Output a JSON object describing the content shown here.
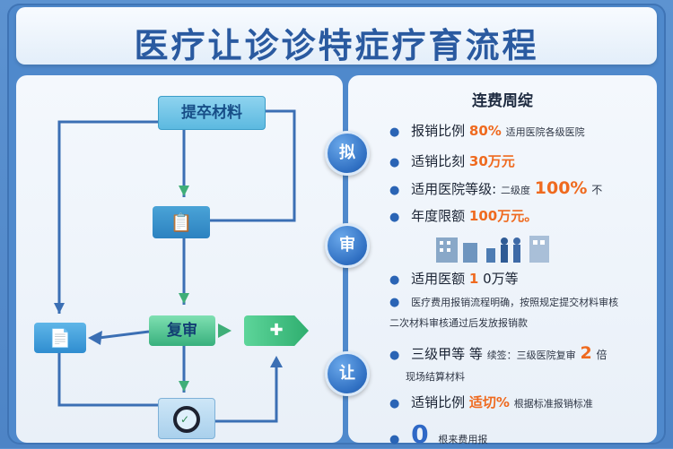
{
  "title": "医疗让诊诊特症疗育流程",
  "flow": {
    "submit_label": "提卒材料",
    "clip_icon": "clipboard-icon",
    "review_label": "复审",
    "doc_icon": "document-icon",
    "approve_icon": "approval-icon",
    "search_icon": "magnifier-icon"
  },
  "steps": {
    "step1": "拟",
    "step2": "审",
    "step3": "让"
  },
  "right": {
    "heading": "连费周绽",
    "items": [
      {
        "main": "报销比例",
        "accent": "80%",
        "note": "适用医院各级医院"
      },
      {
        "main": "适销比刻",
        "accent": "30万元"
      },
      {
        "main": "适用医院等级:",
        "accent": "100%",
        "note": "二级度",
        "tail": "不"
      },
      {
        "main": "年度限额",
        "accent": "100万元。"
      },
      {
        "main": "适用医额",
        "accent": "1",
        "tail": "0万等"
      },
      {
        "main": "医疗费用报销流程明确，按照规定提交材料审核",
        "small": true
      },
      {
        "main": "二次材料审核通过后发放报销款",
        "small": true
      },
      {
        "main": "三级甲等 等",
        "note": "续签：三级医院复审",
        "accent": "2",
        "tail": "倍"
      },
      {
        "main": "现场结算材料",
        "small": true
      },
      {
        "main": "适销比例",
        "accent": "适切%",
        "note": "根据标准报销标准"
      },
      {
        "main": "0",
        "note": "根来费用报"
      }
    ]
  },
  "colors": {
    "accent_orange": "#ef6a1f",
    "primary_blue": "#2f6fc2",
    "title_blue": "#2a5aa0"
  }
}
